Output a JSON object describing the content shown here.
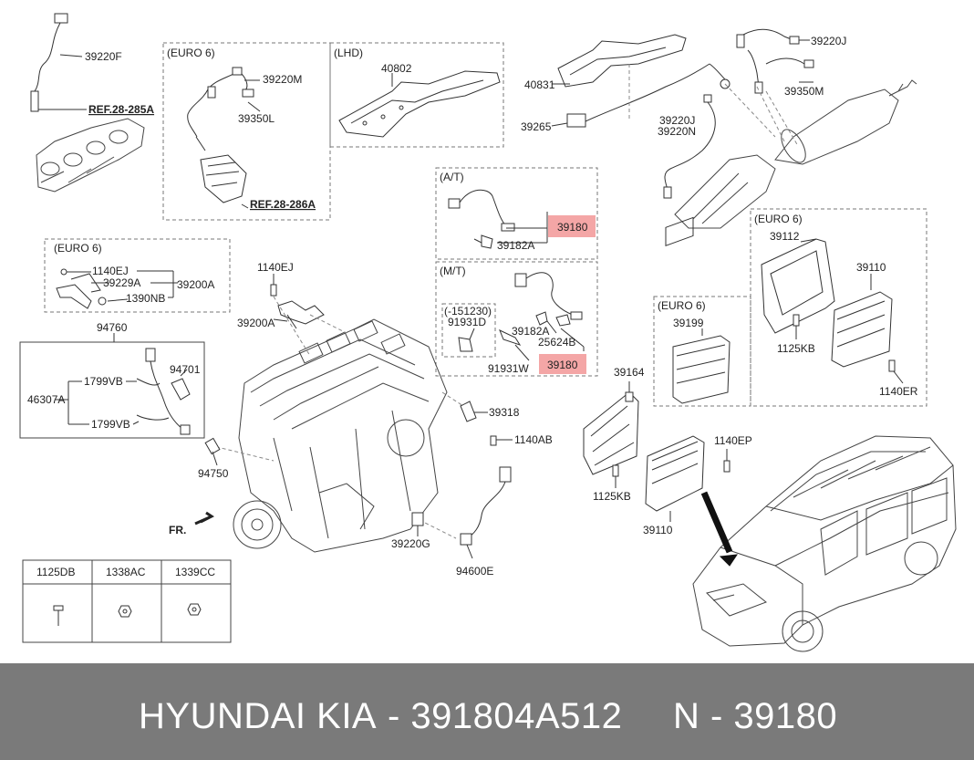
{
  "footer": {
    "brand": "HYUNDAI  KIA",
    "part_number": "-  391804A512",
    "position_number": "N  -  39180"
  },
  "boxes": {
    "euro6_top": "(EURO 6)",
    "lhd": "(LHD)",
    "at": "(A/T)",
    "mt": "(M/T)",
    "euro6_left": "(EURO 6)",
    "euro6_mid": "(EURO 6)",
    "euro6_right": "(EURO 6)",
    "date_range": "(-151230)"
  },
  "labels": {
    "l39220F": "39220F",
    "ref285": "REF.28-285A",
    "l39220M": "39220M",
    "l39350L": "39350L",
    "ref286": "REF.28-286A",
    "l40802": "40802",
    "l40831": "40831",
    "l39265": "39265",
    "l39220J_top": "39220J",
    "l39350M": "39350M",
    "l39220J_mid": "39220J",
    "l39220N": "39220N",
    "at_39180": "39180",
    "at_39182A": "39182A",
    "mt_91931D": "91931D",
    "mt_39182A": "39182A",
    "mt_25624B": "25624B",
    "mt_91931W": "91931W",
    "mt_39180": "39180",
    "l1140EJ_box": "1140EJ",
    "l39229A": "39229A",
    "l1390NB": "1390NB",
    "l39200A_box": "39200A",
    "l1140EJ": "1140EJ",
    "l39200A": "39200A",
    "l94760": "94760",
    "l1799VB_a": "1799VB",
    "l94701": "94701",
    "l46307A": "46307A",
    "l1799VB_b": "1799VB",
    "l94750": "94750",
    "fr": "FR.",
    "l39318": "39318",
    "l1140AB": "1140AB",
    "l39220G": "39220G",
    "l94600E": "94600E",
    "l39112": "39112",
    "l39110_r": "39110",
    "l1125KB_r": "1125KB",
    "l1140ER": "1140ER",
    "l39199": "39199",
    "l39164": "39164",
    "l1140EP": "1140EP",
    "l1125KB": "1125KB",
    "l39110": "39110"
  },
  "fastener_table": {
    "headers": [
      "1125DB",
      "1338AC",
      "1339CC"
    ]
  },
  "colors": {
    "highlight": "#f4a6a6",
    "footer_bg": "#7a7a7a",
    "line": "#333333"
  }
}
